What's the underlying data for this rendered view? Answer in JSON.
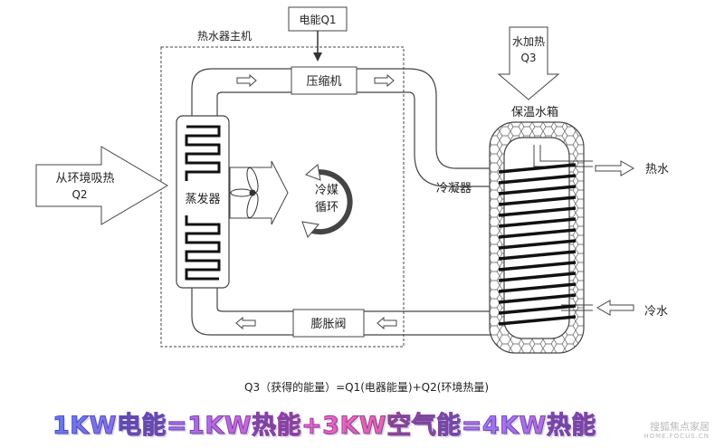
{
  "labels": {
    "electric_energy": "电能Q1",
    "main_unit": "热水器主机",
    "compressor": "压缩机",
    "water_heating_top": "水加热",
    "water_heating_bottom": "Q3",
    "tank": "保温水箱",
    "ambient_heat_top": "从环境吸热",
    "ambient_heat_bottom": "Q2",
    "evaporator": "蒸发器",
    "refrigerant_top": "冷媒",
    "refrigerant_bottom": "循环",
    "condenser": "冷凝器",
    "hot_water": "热水",
    "cold_water": "冷水",
    "expansion_valve": "膨胀阀",
    "equation": "Q3（获得的能量）=Q1(电器能量)+Q2(环境热量)"
  },
  "banner": "1KW电能=1KW热能+3KW空气能=4KW热能",
  "watermark": {
    "brand": "搜狐焦点家居",
    "url": "HOME.FOCUS.CN"
  }
}
